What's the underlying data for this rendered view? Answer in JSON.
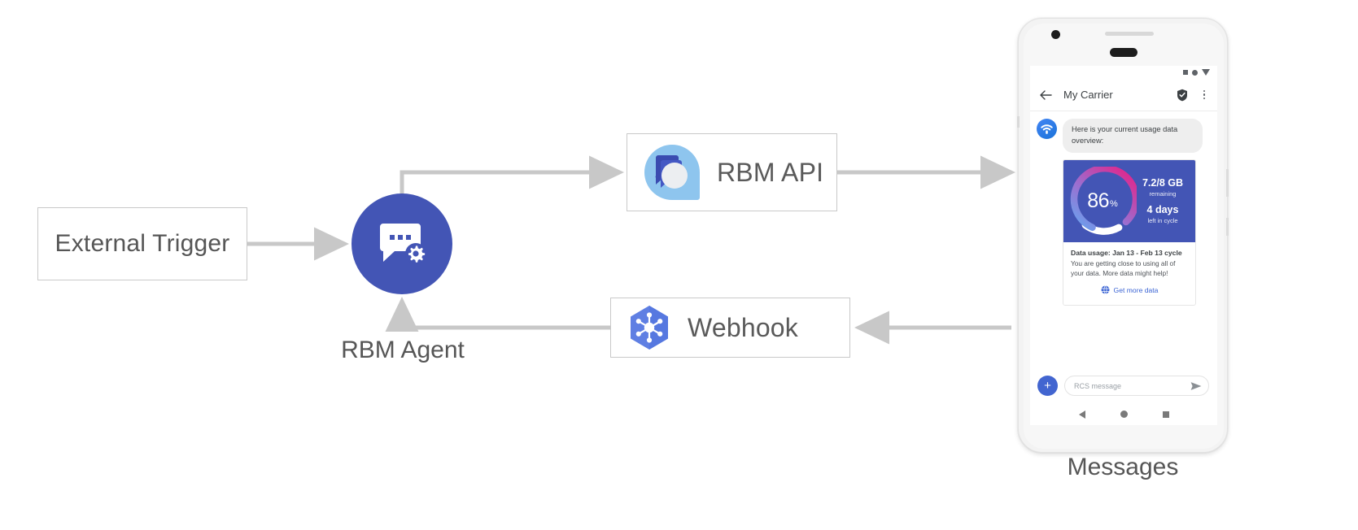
{
  "diagram": {
    "external_trigger": {
      "label": "External Trigger"
    },
    "rbm_agent": {
      "label": "RBM Agent",
      "icon": "chat-gear-icon",
      "color": "#4355b5"
    },
    "rbm_api": {
      "label": "RBM API",
      "icon": "rbm-droplet-icon"
    },
    "webhook": {
      "label": "Webhook",
      "icon": "cloud-functions-hexagon-icon"
    },
    "phone_caption": "Messages",
    "connector_color": "#c8c8c8"
  },
  "phone": {
    "status_bar": {
      "icons": [
        "square-icon",
        "circle-icon",
        "signal-triangle-icon"
      ]
    },
    "app_bar": {
      "back_icon": "back-arrow-icon",
      "title": "My Carrier",
      "verified_icon": "shield-check-icon",
      "menu_icon": "overflow-menu-icon"
    },
    "conversation": {
      "avatar_icon": "wifi-signal-avatar-icon",
      "message_text": "Here is your current usage data overview:"
    },
    "rich_card": {
      "hero_color": "#4355b5",
      "gauge": {
        "percent": "86",
        "percent_symbol": "%",
        "value": 86,
        "gradient_from": "#66a5f0",
        "gradient_mid": "#9b6fd0",
        "gradient_to": "#e0268c",
        "track_color": "#ffffff"
      },
      "stats": [
        {
          "big": "7.2/8 GB",
          "sub": "remaining"
        },
        {
          "big": "4 days",
          "sub": "left in cycle"
        }
      ],
      "title": "Data usage: Jan 13 - Feb 13 cycle",
      "description": "You are getting close to using all of your data. More data might help!",
      "action": {
        "icon": "globe-icon",
        "label": "Get more data",
        "color": "#3b64d4"
      }
    },
    "composer": {
      "plus_label": "+",
      "placeholder": "RCS message",
      "send_icon": "send-icon"
    },
    "nav_bar": {
      "back": "nav-back-icon",
      "home": "nav-home-icon",
      "recents": "nav-recents-icon"
    }
  }
}
